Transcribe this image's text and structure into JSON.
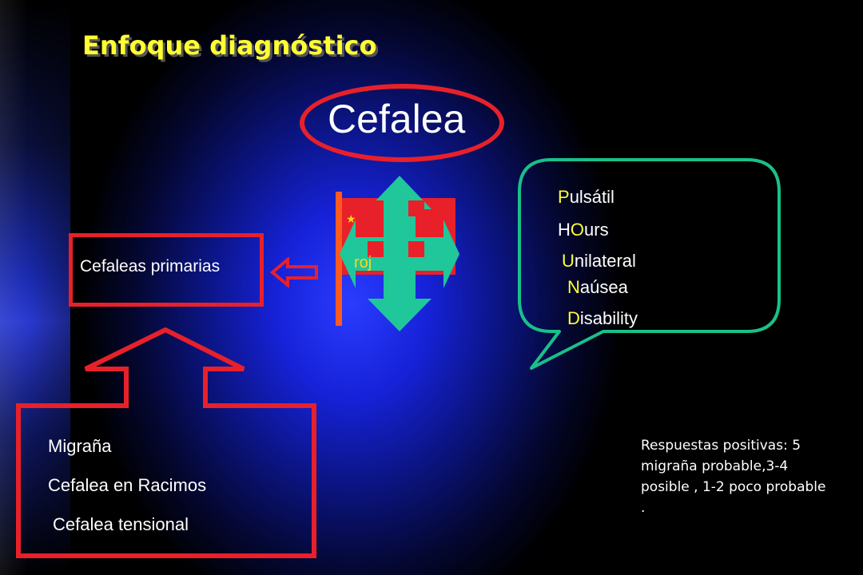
{
  "slide": {
    "title": "Enfoque diagnóstico",
    "main_topic": "Cefalea",
    "flag_text": "roj",
    "primary": {
      "label": "Cefaleas primarias",
      "types": [
        "Migraña",
        "Cefalea en Racimos",
        "Cefalea tensional"
      ]
    },
    "pound": {
      "items": [
        {
          "first": "P",
          "rest": "ulsátil"
        },
        {
          "first": "H",
          "mid": "O",
          "rest": "urs"
        },
        {
          "first": "U",
          "rest": "nilateral"
        },
        {
          "first": "N",
          "rest": "aúsea"
        },
        {
          "first": "D",
          "rest": "isability"
        }
      ]
    },
    "responses_note": "Respuestas positivas: 5 migraña probable,3-4 posible , 1-2 poco probable ."
  },
  "colors": {
    "title": "#ffff33",
    "highlight": "#ffff33",
    "red_outline": "#e8202a",
    "teal": "#1fc79a",
    "bubble_border": "#19c08a"
  }
}
